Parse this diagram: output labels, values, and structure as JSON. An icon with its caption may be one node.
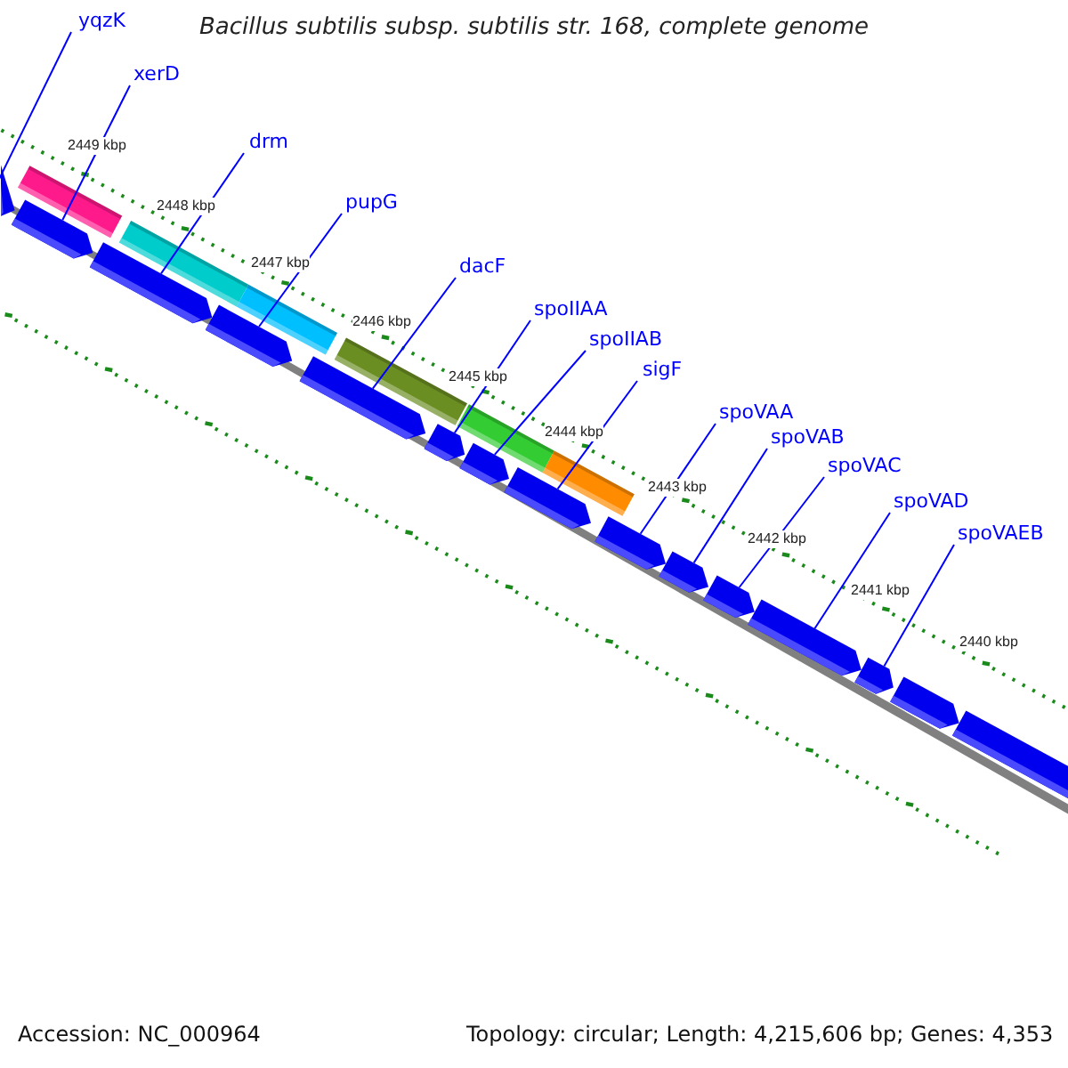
{
  "diagram": {
    "title": "Bacillus subtilis subsp. subtilis str. 168, complete genome",
    "nodes": [
      {
        "text": [
          "yqzK"
        ]
      },
      {
        "text": [
          "xerD"
        ]
      },
      {
        "text": [
          "drm"
        ]
      },
      {
        "text": [
          "pupG"
        ]
      },
      {
        "text": [
          "dacF"
        ]
      },
      {
        "text": [
          "spoIIAA"
        ]
      },
      {
        "text": [
          "spoIIAB"
        ]
      },
      {
        "text": [
          "sigF"
        ]
      },
      {
        "text": [
          "spoVAA"
        ]
      },
      {
        "text": [
          "spoVAB"
        ]
      },
      {
        "text": [
          "spoVAC"
        ]
      },
      {
        "text": [
          "spoVAD"
        ]
      },
      {
        "text": [
          "spoVAEB"
        ]
      },
      {
        "text": [],
        "shape": "arrow"
      },
      {
        "text": [],
        "shape": "arrow"
      },
      {
        "text": [],
        "shape": "arrow"
      },
      {
        "text": [],
        "shape": "arrow"
      },
      {
        "text": [],
        "shape": "arrow"
      },
      {
        "text": [],
        "shape": "arrow"
      },
      {
        "text": [],
        "shape": "arrow"
      },
      {
        "text": [],
        "shape": "arrow"
      },
      {
        "text": [],
        "shape": "arrow"
      },
      {
        "text": [],
        "shape": "arrow"
      },
      {
        "text": [],
        "shape": "arrow"
      },
      {
        "text": [],
        "shape": "arrow"
      },
      {
        "text": [],
        "shape": "arrow"
      },
      {
        "text": [],
        "shape": "arrow"
      },
      {
        "text": [],
        "shape": "arrow"
      }
    ],
    "edges": [
      {
        "from": 0,
        "to": 13,
        "arrow": "none"
      },
      {
        "from": 1,
        "to": 14,
        "arrow": "none"
      },
      {
        "from": 2,
        "to": 15,
        "arrow": "none"
      },
      {
        "from": 3,
        "to": 16,
        "arrow": "none"
      },
      {
        "from": 4,
        "to": 17,
        "arrow": "none"
      },
      {
        "from": 5,
        "to": 18,
        "arrow": "none"
      },
      {
        "from": 6,
        "to": 19,
        "arrow": "none"
      },
      {
        "from": 7,
        "to": 20,
        "arrow": "none"
      },
      {
        "from": 8,
        "to": 21,
        "arrow": "none"
      },
      {
        "from": 9,
        "to": 22,
        "arrow": "none"
      },
      {
        "from": 10,
        "to": 23,
        "arrow": "none"
      },
      {
        "from": 11,
        "to": 24,
        "arrow": "none"
      },
      {
        "from": 12,
        "to": 25,
        "arrow": "none"
      }
    ],
    "labels": [
      "2449 kbp",
      "2448 kbp",
      "2447 kbp",
      "2446 kbp",
      "2445 kbp",
      "2444 kbp",
      "2443 kbp",
      "2442 kbp",
      "2441 kbp",
      "2440 kbp",
      "Accession: NC_000964",
      "Topology: circular; Length: 4,215,606 bp; Genes: 4,353"
    ]
  }
}
